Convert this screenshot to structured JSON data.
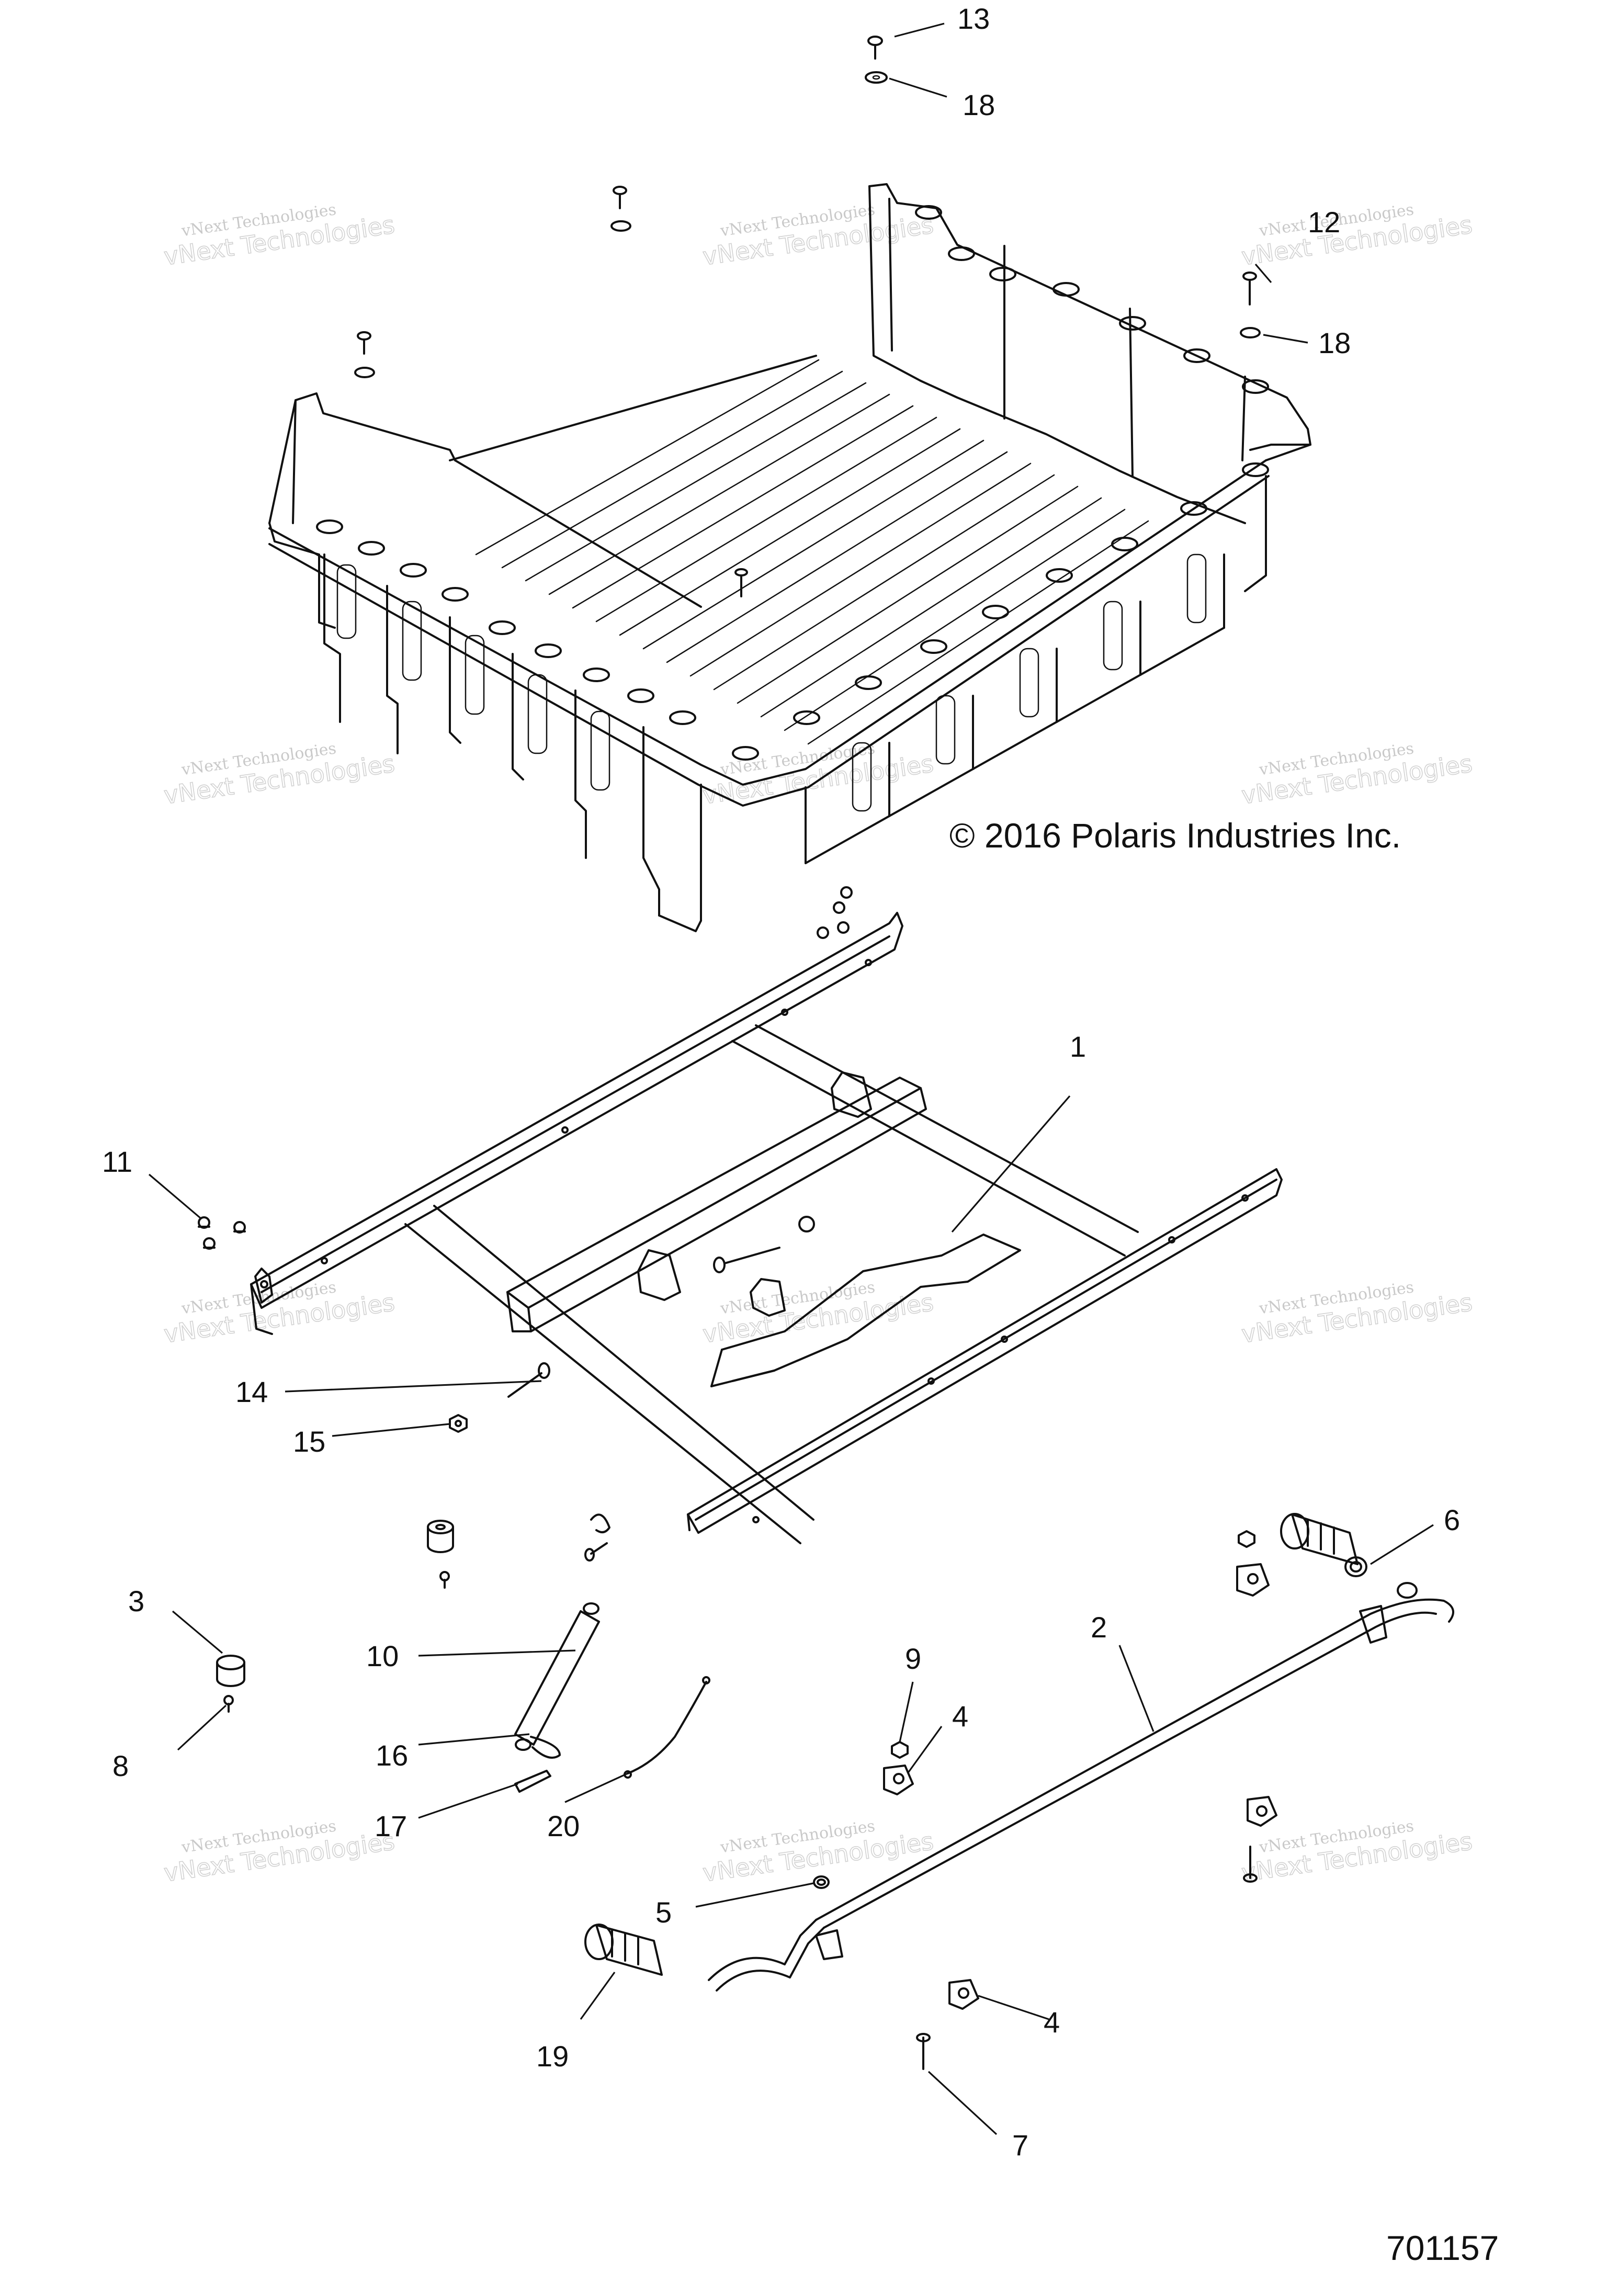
{
  "callouts": [
    {
      "label": "13"
    },
    {
      "label": "18"
    },
    {
      "label": "12"
    },
    {
      "label": "18"
    },
    {
      "label": "1"
    },
    {
      "label": "11"
    },
    {
      "label": "14"
    },
    {
      "label": "15"
    },
    {
      "label": "6"
    },
    {
      "label": "3"
    },
    {
      "label": "10"
    },
    {
      "label": "9"
    },
    {
      "label": "2"
    },
    {
      "label": "4"
    },
    {
      "label": "8"
    },
    {
      "label": "16"
    },
    {
      "label": "17"
    },
    {
      "label": "20"
    },
    {
      "label": "5"
    },
    {
      "label": "4"
    },
    {
      "label": "19"
    },
    {
      "label": "7"
    }
  ],
  "copyright": "© 2016 Polaris Industries Inc.",
  "figure_number": "701157",
  "watermark": {
    "line1": "vNext Technologies",
    "line2": "vNext Technologies"
  }
}
